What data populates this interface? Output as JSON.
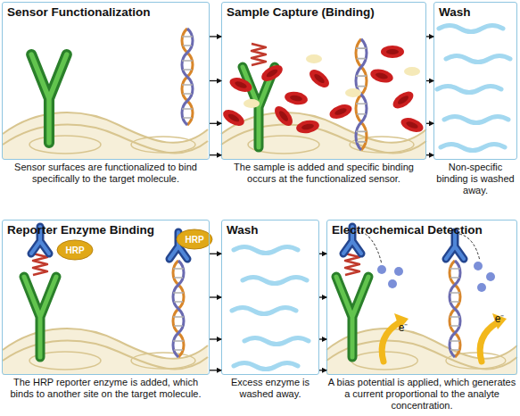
{
  "diagram": {
    "nodes": [
      {
        "text": [
          "Sensor Functionalization",
          "Sensor surfaces are functionalized to bind specifically to the target molecule."
        ]
      },
      {
        "text": [
          "Sample Capture (Binding)",
          "The sample is added and specific binding occurs at the functionalized sensor."
        ]
      },
      {
        "text": [
          "Wash",
          "Non-specific binding is washed away."
        ]
      },
      {
        "text": [
          "Reporter Enzyme Binding",
          "The HRP reporter enzyme is added, which binds to another site on the target molecule."
        ]
      },
      {
        "text": [
          "Wash",
          "Excess enzyme is washed away."
        ]
      },
      {
        "text": [
          "Electrochemical Detection",
          "A bias potential is applied, which generates a current proportional to the analyte concentration."
        ]
      }
    ],
    "edges": [
      {
        "from": 0,
        "to": 1,
        "arrow": "to"
      },
      {
        "from": 0,
        "to": 1,
        "arrow": "to"
      },
      {
        "from": 0,
        "to": 1,
        "arrow": "to"
      },
      {
        "from": 0,
        "to": 1,
        "arrow": "to"
      },
      {
        "from": 1,
        "to": 2,
        "arrow": "to"
      },
      {
        "from": 1,
        "to": 2,
        "arrow": "to"
      },
      {
        "from": 1,
        "to": 2,
        "arrow": "to"
      },
      {
        "from": 1,
        "to": 2,
        "arrow": "to"
      },
      {
        "from": 3,
        "to": 4,
        "arrow": "to"
      },
      {
        "from": 3,
        "to": 4,
        "arrow": "to"
      },
      {
        "from": 3,
        "to": 4,
        "arrow": "to"
      },
      {
        "from": 3,
        "to": 4,
        "arrow": "to"
      },
      {
        "from": 4,
        "to": 5,
        "arrow": "to"
      },
      {
        "from": 4,
        "to": 5,
        "arrow": "to"
      },
      {
        "from": 4,
        "to": 5,
        "arrow": "to"
      },
      {
        "from": 4,
        "to": 5,
        "arrow": "to"
      }
    ],
    "labels": [
      "HRP",
      "HRP",
      "e⁻",
      "e⁻"
    ]
  }
}
